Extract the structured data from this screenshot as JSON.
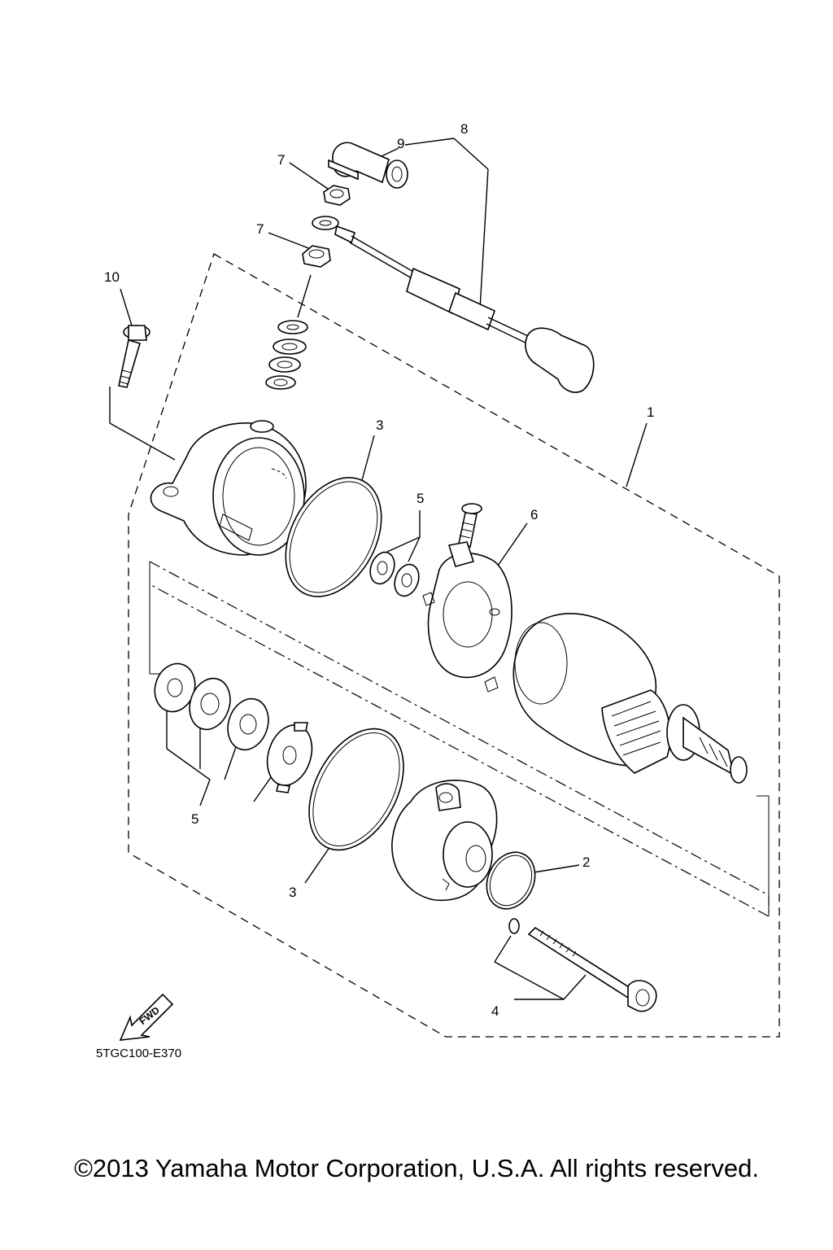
{
  "callouts": {
    "c1": "1",
    "c2": "2",
    "c3a": "3",
    "c3b": "3",
    "c4": "4",
    "c5a": "5",
    "c5b": "5",
    "c6": "6",
    "c7a": "7",
    "c7b": "7",
    "c8": "8",
    "c9": "9",
    "c10": "10"
  },
  "fwd_label": "FWD",
  "diagram_code": "5TGC100-E370",
  "copyright": "©2013 Yamaha Motor Corporation, U.S.A. All rights reserved."
}
